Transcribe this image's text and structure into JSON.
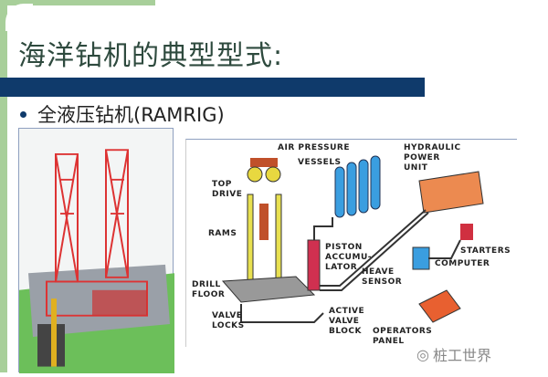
{
  "slide": {
    "title": "海洋钻机的典型型式:",
    "bullet": "全液压钻机(RAMRIG)"
  },
  "diagram": {
    "labels": {
      "air_pressure": "AIR PRESSURE",
      "vessels": "VESSELS",
      "hydraulic": "HYDRAULIC\nPOWER\nUNIT",
      "top_drive": "TOP\nDRIVE",
      "rams": "RAMS",
      "piston": "PISTON\nACCUMU-\nLATOR",
      "starters": "STARTERS",
      "computer": "COMPUTER",
      "heave": "HEAVE\nSENSOR",
      "drill_floor": "DRILL\nFLOOR",
      "valve_locks": "VALVE\nLOCKS",
      "active_valve": "ACTIVE\nVALVE\nBLOCK",
      "operators": "OPERATORS\nPANEL"
    }
  },
  "watermark": "桩工世界",
  "colors": {
    "bar": "#0f3a6b",
    "green": "#a8cf9a"
  }
}
